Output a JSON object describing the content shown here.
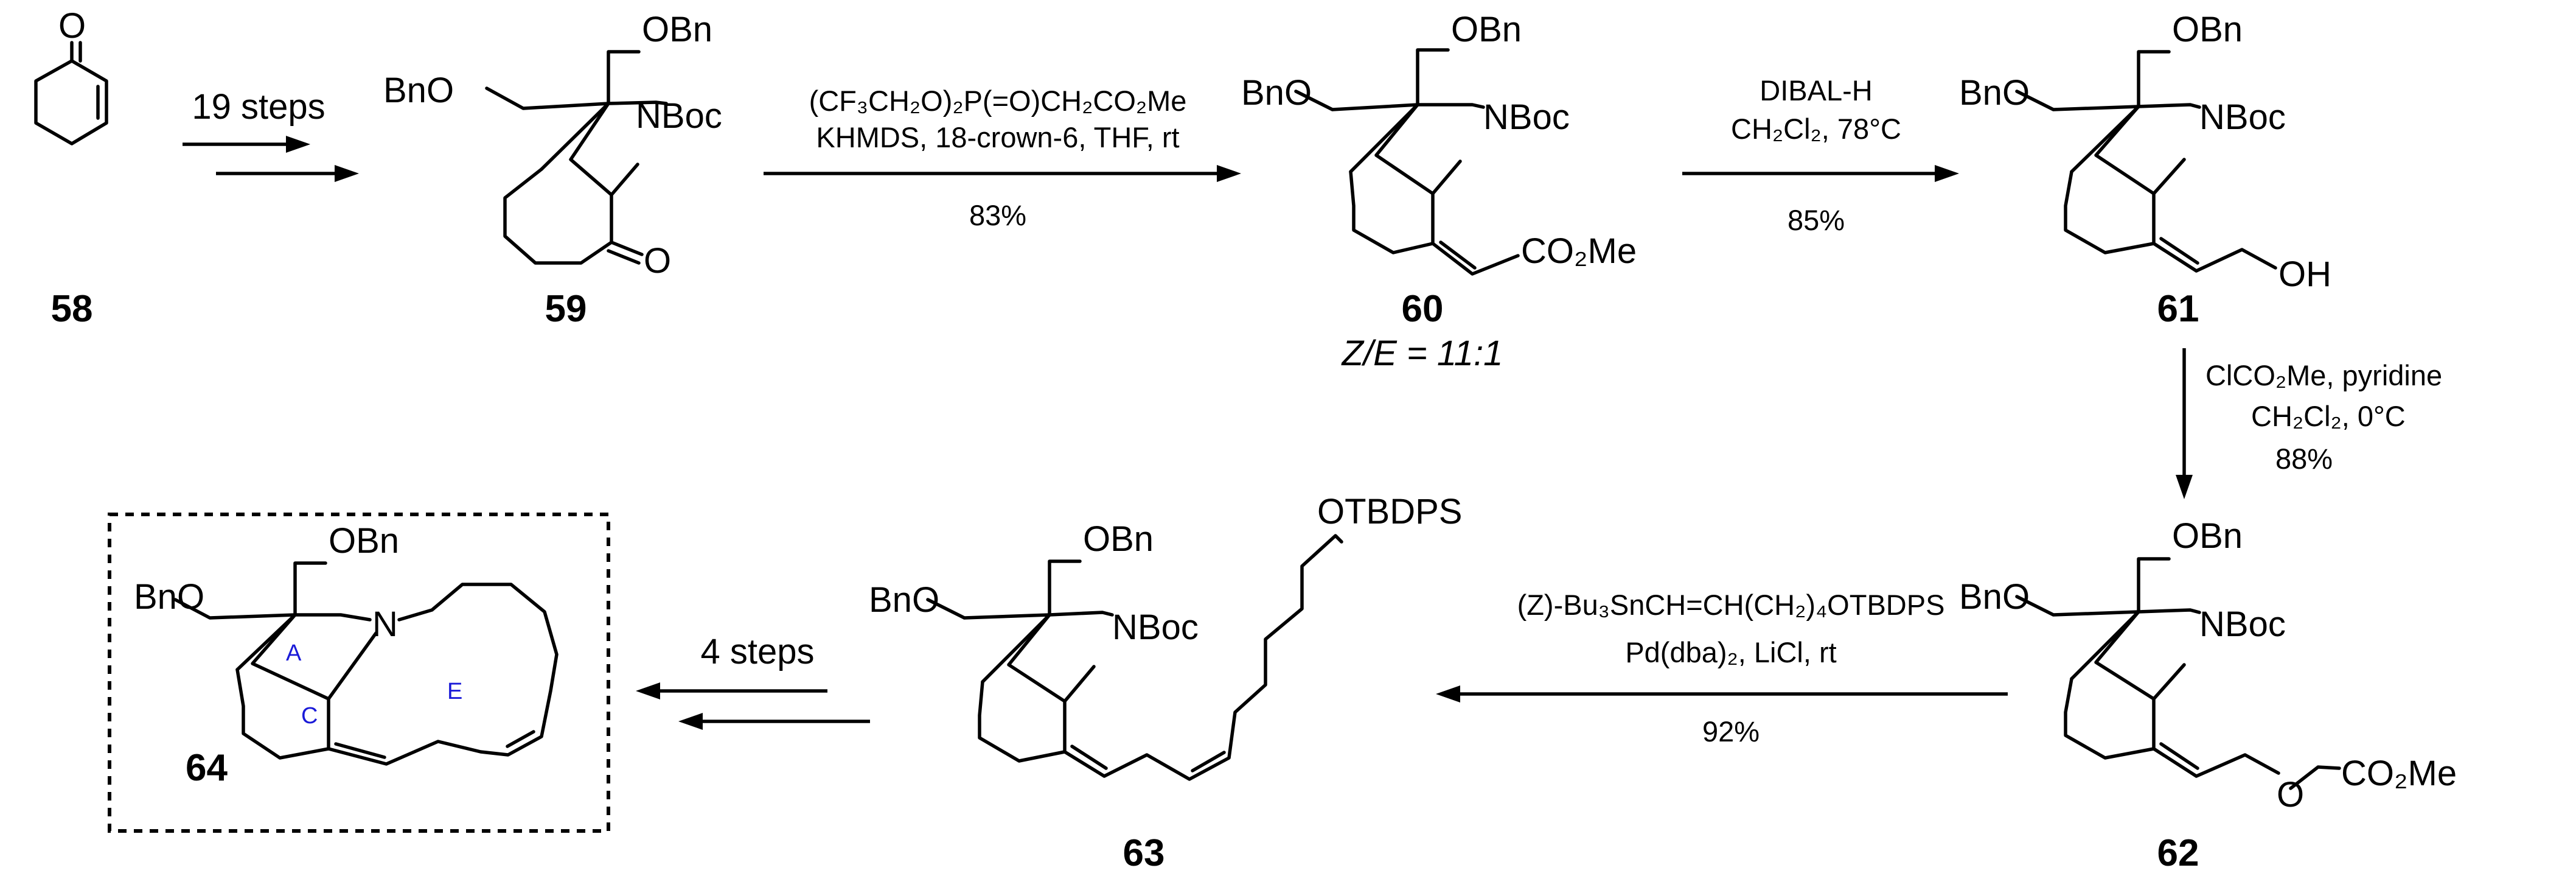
{
  "compounds": {
    "c58": {
      "id": "58"
    },
    "c59": {
      "id": "59",
      "bno": "BnO",
      "obn": "OBn",
      "nboc": "NBoc",
      "o": "O"
    },
    "c60": {
      "id": "60",
      "bno": "BnO",
      "obn": "OBn",
      "nboc": "NBoc",
      "co2me": "CO₂Me",
      "ratio": "Z/E = 11:1"
    },
    "c61": {
      "id": "61",
      "bno": "BnO",
      "obn": "OBn",
      "nboc": "NBoc",
      "oh": "OH"
    },
    "c62": {
      "id": "62",
      "bno": "BnO",
      "obn": "OBn",
      "nboc": "NBoc",
      "ocoo": "O",
      "co2me": "CO₂Me"
    },
    "c63": {
      "id": "63",
      "bno": "BnO",
      "obn": "OBn",
      "nboc": "NBoc",
      "otbdps": "OTBDPS"
    },
    "c64": {
      "id": "64",
      "bno": "BnO",
      "obn": "OBn",
      "n": "N",
      "ringA": "A",
      "ringC": "C",
      "ringE": "E"
    }
  },
  "steps": {
    "s1": {
      "label": "19 steps"
    },
    "s2": {
      "line1": "(CF₃CH₂O)₂P(=O)CH₂CO₂Me",
      "line2": "KHMDS, 18-crown-6, THF, rt",
      "yield": "83%"
    },
    "s3": {
      "line1": "DIBAL-H",
      "line2": "CH₂Cl₂, 78°C",
      "yield": "85%"
    },
    "s4": {
      "line1": "ClCO₂Me, pyridine",
      "line2": "CH₂Cl₂, 0°C",
      "yield": "88%"
    },
    "s5": {
      "line1": "(Z)-Bu₃SnCH=CH(CH₂)₄OTBDPS",
      "line2": "Pd(dba)₂, LiCl, rt",
      "yield": "92%"
    },
    "s6": {
      "label": "4 steps"
    }
  }
}
